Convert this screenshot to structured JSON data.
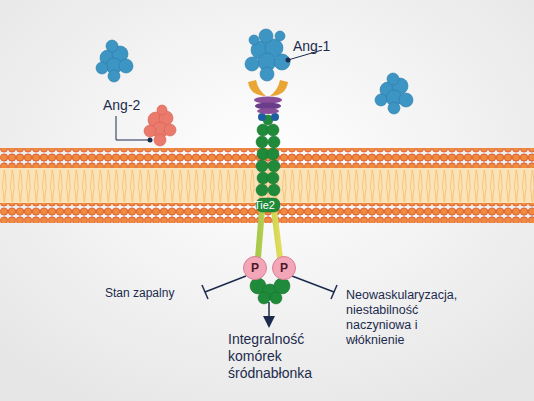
{
  "diagram": {
    "nodes": [
      {
        "text": [
          "P"
        ]
      },
      {
        "text": [
          "P"
        ]
      }
    ],
    "labels": [
      "Ang-1",
      "Ang-2",
      "Tie2",
      "Stan zapalny",
      "Integralność komórek śródnabłonka",
      "Neowaskularyzacja, niestabilność naczyniowa i włóknienie"
    ]
  }
}
